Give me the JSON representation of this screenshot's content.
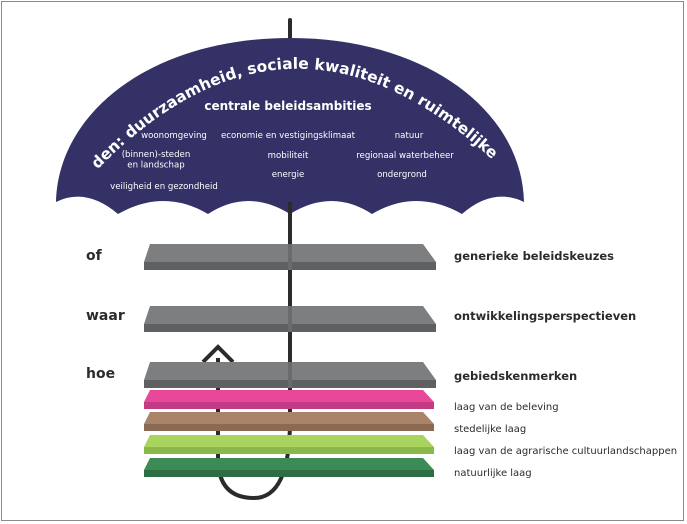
{
  "canopy": {
    "title": "rode draden: duurzaamheid, sociale kwaliteit en ruimtelijke kwaliteit",
    "subtitle": "centrale beleidsambities",
    "items": [
      {
        "lines": [
          "woonomgeving"
        ]
      },
      {
        "lines": [
          "economie en vestigingsklimaat"
        ]
      },
      {
        "lines": [
          "natuur"
        ]
      },
      {
        "lines": [
          "(binnen)-steden",
          "en landschap"
        ]
      },
      {
        "lines": [
          "mobiliteit"
        ]
      },
      {
        "lines": [
          "regionaal waterbeheer"
        ]
      },
      {
        "lines": [
          "veiligheid en gezondheid"
        ]
      },
      {
        "lines": [
          "energie"
        ]
      },
      {
        "lines": [
          "ondergrond"
        ]
      }
    ]
  },
  "levels": [
    {
      "question": "of",
      "label": "generieke beleidskeuzes"
    },
    {
      "question": "waar",
      "label": "ontwikkelingsperspectieven"
    },
    {
      "question": "hoe",
      "label": "gebiedskenmerken"
    }
  ],
  "layers": [
    {
      "label": "laag van de beleving",
      "color": "#e8479a",
      "side": "#c23b83"
    },
    {
      "label": "stedelijke laag",
      "color": "#a98468",
      "side": "#8a6a52"
    },
    {
      "label": "laag van de agrarische cultuurlandschappen",
      "color": "#a8d45e",
      "side": "#8ab84a"
    },
    {
      "label": "natuurlijke laag",
      "color": "#3c8a55",
      "side": "#2d6e43"
    }
  ],
  "colors": {
    "canopy": "#333166",
    "plate": "#7d7e80",
    "plate_side": "#5f6062",
    "shaft": "#2b2b2b"
  }
}
